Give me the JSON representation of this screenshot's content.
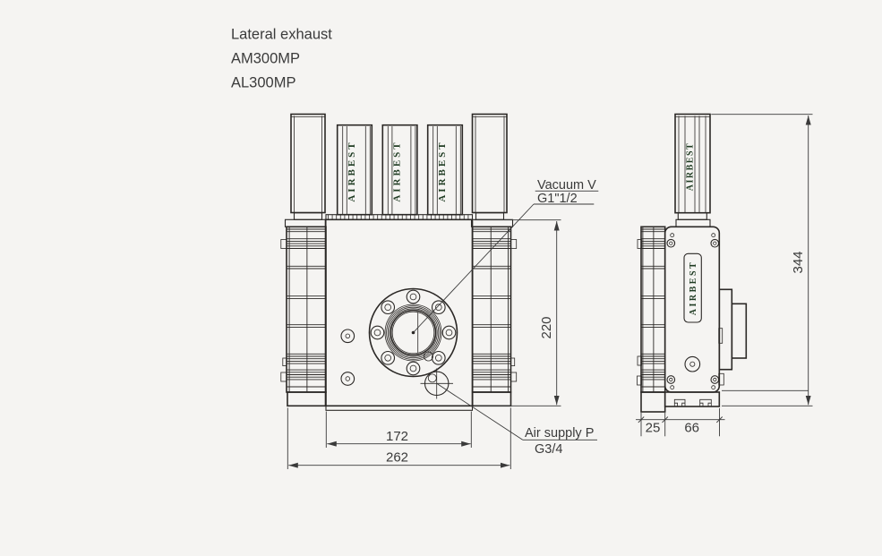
{
  "title": {
    "line1": "Lateral exhaust",
    "line2": "AM300MP",
    "line3": "AL300MP"
  },
  "brand": "AIRBEST",
  "labels": {
    "vacuum": {
      "name": "Vacuum V",
      "thread": "G1\"1/2"
    },
    "air": {
      "name": "Air supply P",
      "thread": "G3/4"
    }
  },
  "dimensions": {
    "front_inner_width": "172",
    "front_overall_width": "262",
    "front_body_height": "220",
    "side_rail_width": "25",
    "side_body_width": "66",
    "overall_height": "344"
  },
  "colors": {
    "line": "#2b2826",
    "brand_green": "#1f3b22",
    "text": "#3a3a3a",
    "background": "#f5f4f2"
  }
}
